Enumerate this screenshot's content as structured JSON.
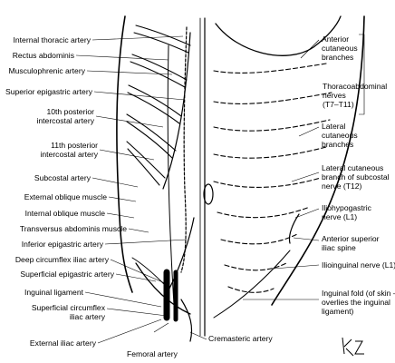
{
  "diagram": {
    "left_labels": [
      {
        "id": "internal-thoracic-artery",
        "text": "Internal thoracic artery"
      },
      {
        "id": "rectus-abdominis",
        "text": "Rectus abdominis"
      },
      {
        "id": "musculophrenic-artery",
        "text": "Musculophrenic artery"
      },
      {
        "id": "superior-epigastric-artery",
        "text": "Superior epigastric artery"
      },
      {
        "id": "tenth-posterior-intercostal-artery",
        "text": "10th posterior\nintercostal artery"
      },
      {
        "id": "eleventh-posterior-intercostal-artery",
        "text": "11th posterior\nintercostal artery"
      },
      {
        "id": "subcostal-artery",
        "text": "Subcostal artery"
      },
      {
        "id": "external-oblique-muscle",
        "text": "External oblique muscle"
      },
      {
        "id": "internal-oblique-muscle",
        "text": "Internal oblique muscle"
      },
      {
        "id": "transversus-abdominis-muscle",
        "text": "Transversus abdominis muscle"
      },
      {
        "id": "inferior-epigastric-artery",
        "text": "Inferior epigastric artery"
      },
      {
        "id": "deep-circumflex-iliac-artery",
        "text": "Deep circumflex iliac artery"
      },
      {
        "id": "superficial-epigastric-artery",
        "text": "Superficial epigastric artery"
      },
      {
        "id": "inguinal-ligament",
        "text": "Inguinal ligament"
      },
      {
        "id": "superficial-circumflex-iliac-artery",
        "text": "Superficial circumflex\niliac artery"
      },
      {
        "id": "external-iliac-artery",
        "text": "External iliac artery"
      }
    ],
    "bottom_labels": [
      {
        "id": "femoral-artery",
        "text": "Femoral artery"
      },
      {
        "id": "cremasteric-artery",
        "text": "Cremasteric artery"
      }
    ],
    "right_labels": [
      {
        "id": "anterior-cutaneous-branches",
        "text": "Anterior\ncutaneous\nbranches"
      },
      {
        "id": "thoracoabdominal-nerves",
        "text": "Thoracoabdominal\nnerves\n(T7–T11)"
      },
      {
        "id": "lateral-cutaneous-branches",
        "text": "Lateral\ncutaneous\nbranches"
      },
      {
        "id": "lateral-cutaneous-branch-subcostal-nerve",
        "text": "Lateral cutaneous\nbranch of subcostal\nnerve (T12)"
      },
      {
        "id": "iliohypogastric-nerve",
        "text": "Iliohypogastric\nnerve (L1)"
      },
      {
        "id": "anterior-superior-iliac-spine",
        "text": "Anterior superior\niliac spine"
      },
      {
        "id": "ilioinguinal-nerve",
        "text": "Ilioinguinal nerve (L1)"
      },
      {
        "id": "inguinal-fold",
        "text": "Inguinal fold (of skin –\noverlies the inguinal\nligament)"
      }
    ],
    "signature": "kz"
  }
}
